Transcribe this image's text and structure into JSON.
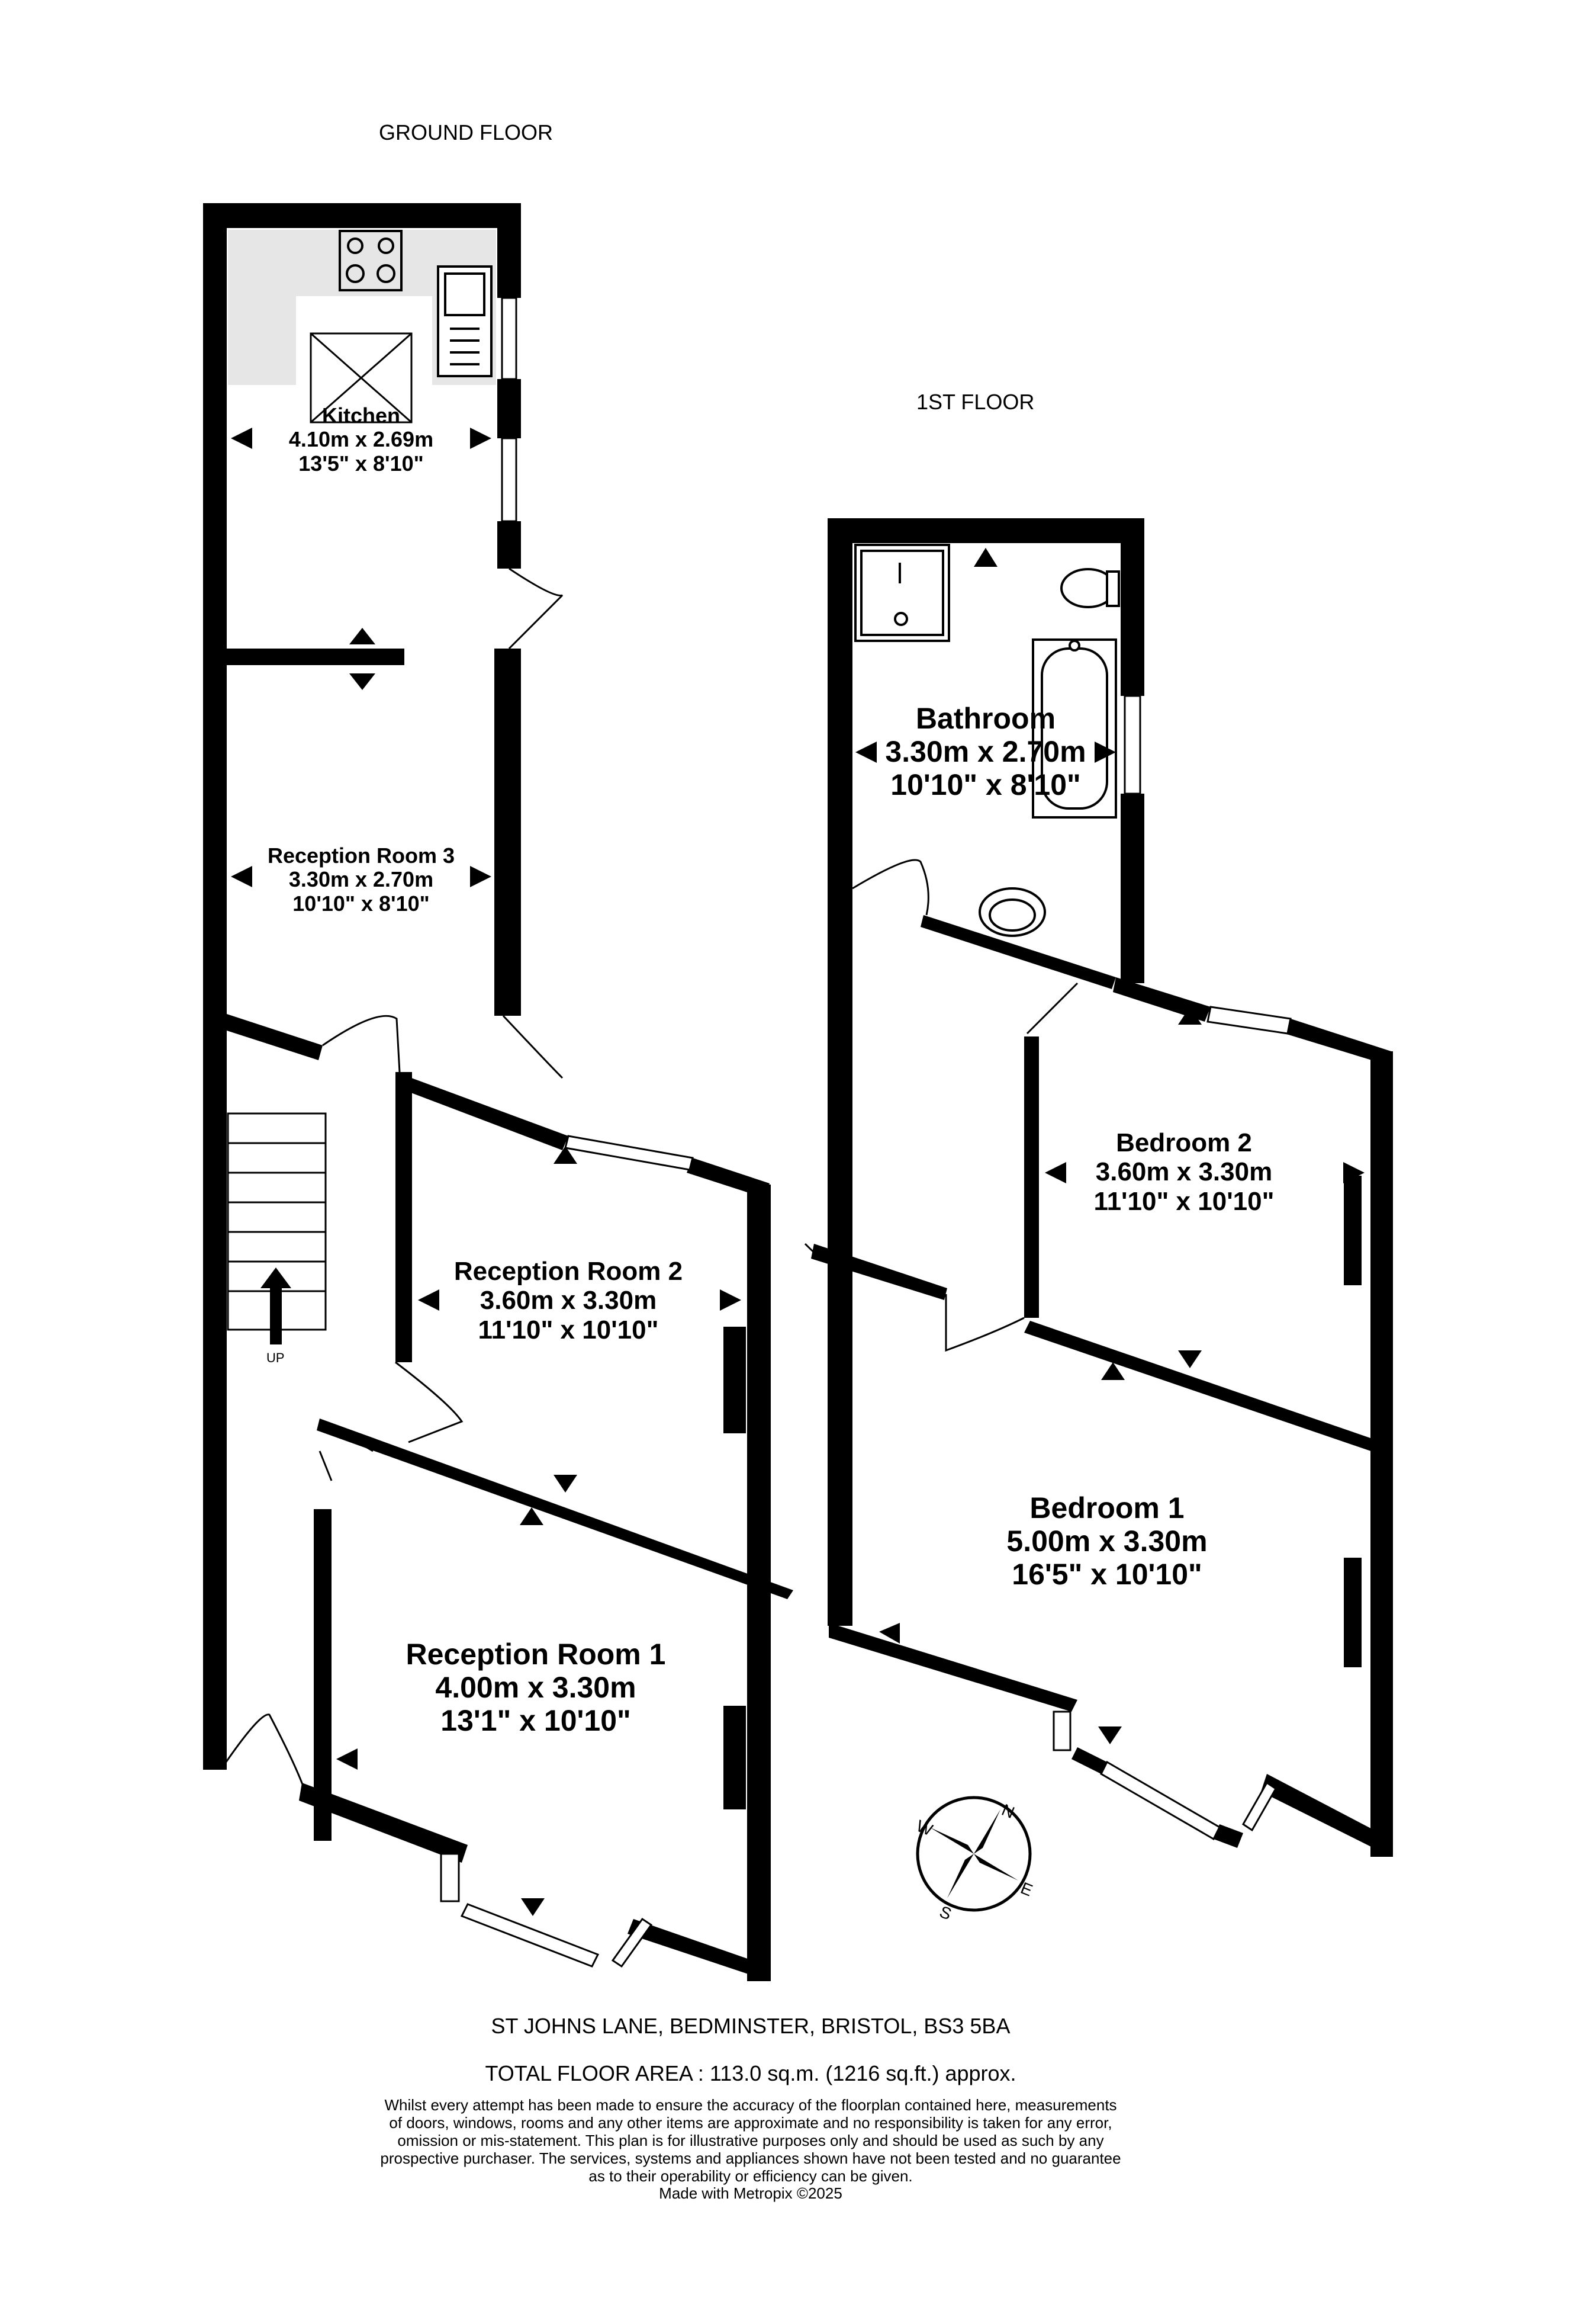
{
  "floors": {
    "ground": {
      "title": "GROUND FLOOR"
    },
    "first": {
      "title": "1ST FLOOR"
    }
  },
  "rooms": {
    "kitchen": {
      "name": "Kitchen",
      "metric": "4.10m  x 2.69m",
      "imperial": "13'5\"  x 8'10\""
    },
    "reception3": {
      "name": "Reception Room 3",
      "metric": "3.30m  x 2.70m",
      "imperial": "10'10\"  x 8'10\""
    },
    "reception2": {
      "name": "Reception Room 2",
      "metric": "3.60m  x 3.30m",
      "imperial": "11'10\"  x 10'10\""
    },
    "reception1": {
      "name": "Reception Room 1",
      "metric": "4.00m  x 3.30m",
      "imperial": "13'1\"  x 10'10\""
    },
    "bathroom": {
      "name": "Bathroom",
      "metric": "3.30m  x 2.70m",
      "imperial": "10'10\"  x 8'10\""
    },
    "bedroom2": {
      "name": "Bedroom 2",
      "metric": "3.60m  x 3.30m",
      "imperial": "11'10\"  x 10'10\""
    },
    "bedroom1": {
      "name": "Bedroom 1",
      "metric": "5.00m  x 3.30m",
      "imperial": "16'5\"  x 10'10\""
    }
  },
  "stairs_label": "UP",
  "compass": {
    "n": "N",
    "e": "E",
    "s": "S",
    "w": "W"
  },
  "footer": {
    "address": "ST JOHNS LANE, BEDMINSTER, BRISTOL, BS3 5BA",
    "total_area": "TOTAL FLOOR AREA : 113.0 sq.m. (1216 sq.ft.) approx.",
    "disclaimer_lines": [
      "Whilst every attempt has been made to ensure the accuracy of the floorplan contained here, measurements",
      "of doors, windows, rooms and any other items are approximate and no responsibility is taken for any error,",
      "omission or mis-statement. This plan is for illustrative purposes only and should be used as such by any",
      "prospective purchaser. The services, systems and appliances shown have not been tested and no guarantee",
      "as to their operability or efficiency can be given."
    ],
    "credit": "Made with Metropix ©2025"
  },
  "colors": {
    "wall": "#000000",
    "counter": "#e6e6e6",
    "window": "#ffffff"
  }
}
